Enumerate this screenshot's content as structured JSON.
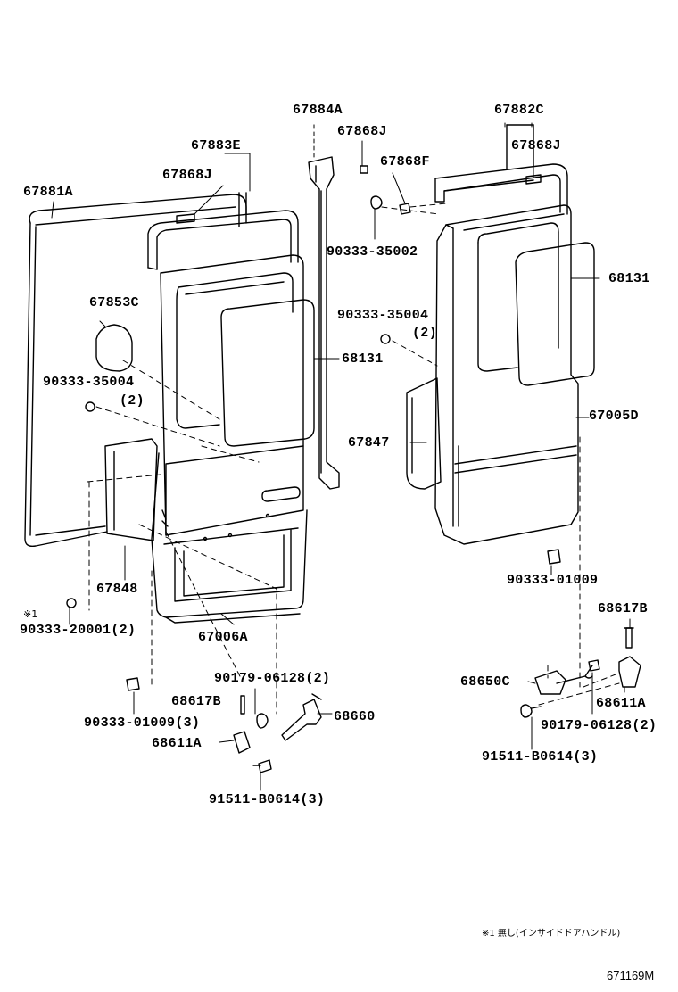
{
  "parts": {
    "p67884A": "67884A",
    "p67882C": "67882C",
    "p67868J_a": "67868J",
    "p67868J_b": "67868J",
    "p67868J_c": "67868J",
    "p67868F": "67868F",
    "p67883E": "67883E",
    "p67881A": "67881A",
    "p90333_35002": "90333-35002",
    "p68131_r": "68131",
    "p68131_c": "68131",
    "p67853C": "67853C",
    "p90333_35004_l": "90333-35004",
    "qty_35004_l": "(2)",
    "p90333_35004_r": "90333-35004",
    "qty_35004_r": "(2)",
    "p67005D": "67005D",
    "p67847": "67847",
    "p67848": "67848",
    "mark1": "※1",
    "p90333_20001": "90333-20001(2)",
    "p67006A": "67006A",
    "p90333_01009_r": "90333-01009",
    "p68617B_r": "68617B",
    "p90179_06128_l": "90179-06128(2)",
    "p68617B_l": "68617B",
    "p68660": "68660",
    "p90333_01009_l": "90333-01009(3)",
    "p68611A_l": "68611A",
    "p91511_B0614_l": "91511-B0614(3)",
    "p68650C": "68650C",
    "p68611A_r": "68611A",
    "p90179_06128_r": "90179-06128(2)",
    "p91511_B0614_r": "91511-B0614(3)"
  },
  "footnote": "※1 無し(インサイドドアハンドル)",
  "diagram_ref": "671169M"
}
